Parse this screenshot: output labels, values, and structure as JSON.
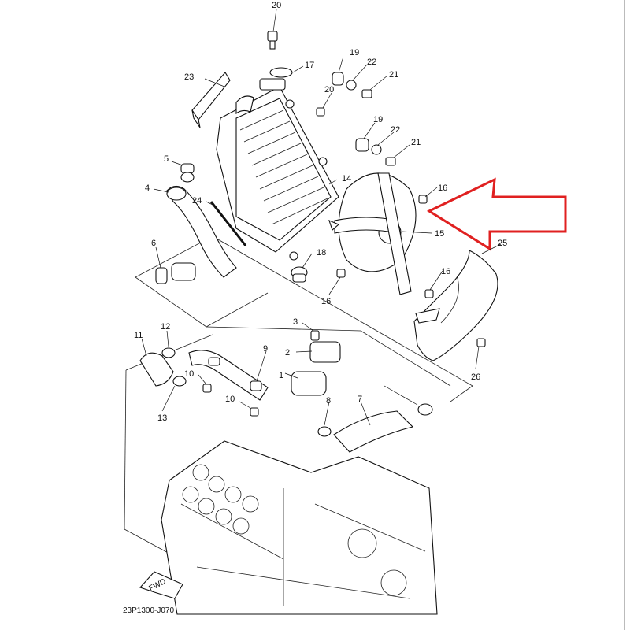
{
  "diagram": {
    "part_labels": [
      "20",
      "17",
      "23",
      "19",
      "22",
      "21",
      "20",
      "19",
      "22",
      "21",
      "5",
      "14",
      "16",
      "4",
      "24",
      "15",
      "25",
      "6",
      "18",
      "16",
      "16",
      "3",
      "11",
      "12",
      "9",
      "2",
      "1",
      "8",
      "7",
      "26",
      "10",
      "13",
      "10"
    ],
    "drawing_code": "23P1300-J070",
    "forward_marker": "FWD",
    "callout": {
      "shape": "arrow-left",
      "color": "#e02020"
    }
  }
}
